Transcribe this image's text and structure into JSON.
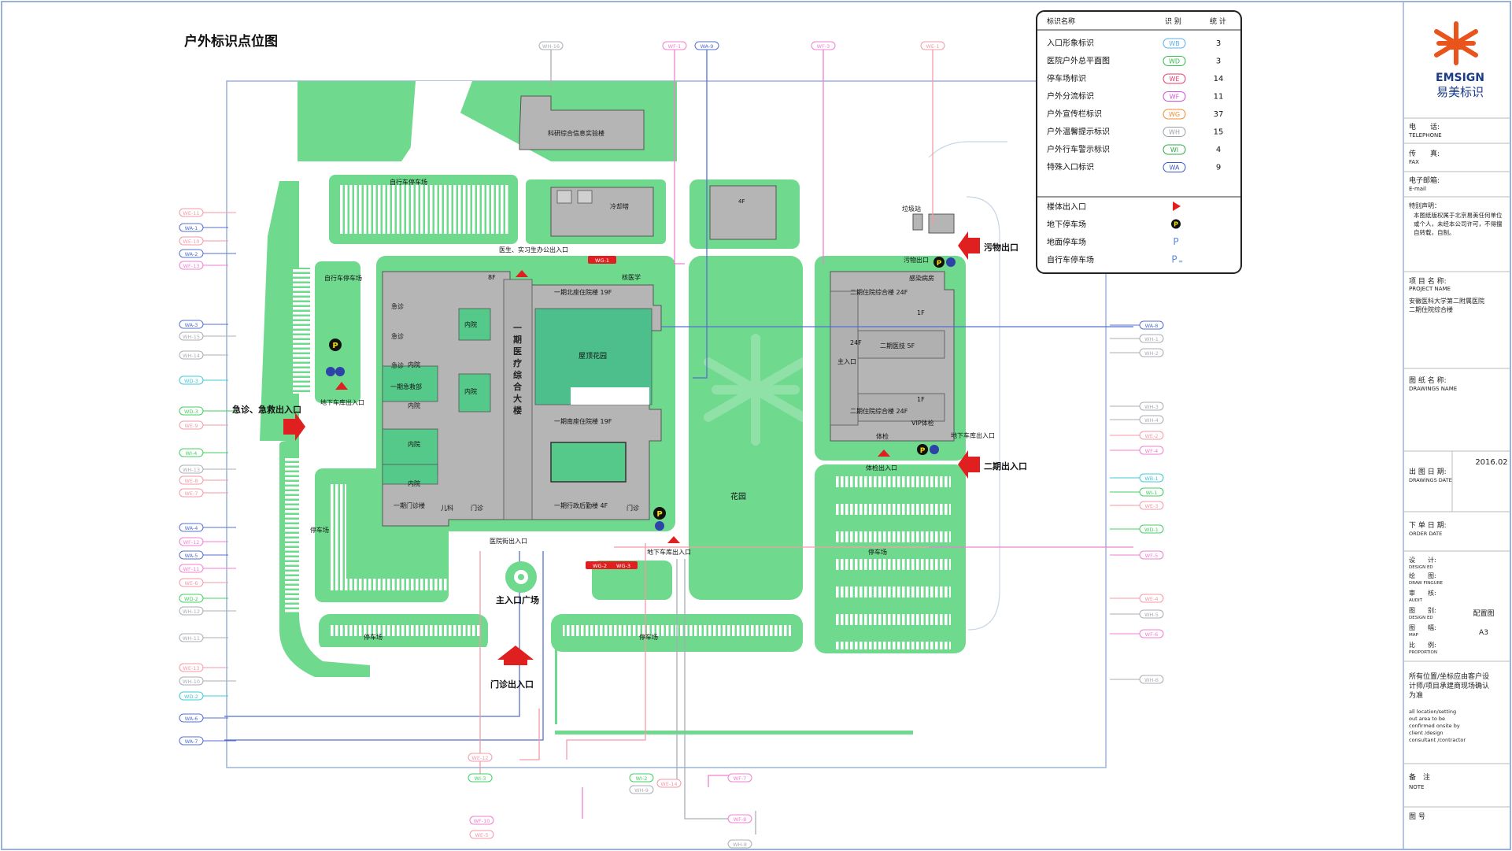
{
  "title": "户外标识点位图",
  "colors": {
    "green": "#6fd98e",
    "dark_green": "#55c98a",
    "building": "#b5b5b5",
    "roof_garden": "#4dbf8c",
    "red": "#e02020",
    "pink": "#f07fd0",
    "salmon": "#f39aa8",
    "blue": "#5570d0",
    "border": "#7090c0"
  },
  "map_labels": {
    "research_building": "科研综合信息实验楼",
    "bike_parking_top": "自行车停车场",
    "bike_parking_left": "自行车停车场",
    "staff_entrance": "医生、实习生办公出入口",
    "sewage_exit": "污物出口",
    "sewage_exit_arrow": "污物出口",
    "garbage_station": "垃圾站",
    "er_entrance": "急诊、急救出入口",
    "underground_entrance_left": "地下车库出入口",
    "underground_entrance_bottom": "地下车库出入口",
    "underground_entrance_right": "地下车库出入口",
    "phase2_entrance": "二期出入口",
    "checkup_entrance": "体检出入口",
    "hospital_street_entrance": "医院街出入口",
    "main_plaza": "主入口广场",
    "outpatient_entrance": "门诊出入口",
    "garden": "花园",
    "roof_garden": "屋顶花园",
    "main_building": "一期医疗综合大楼",
    "parking": "停车场",
    "parking_left": "停车场",
    "phase1_north": "一期北座住院楼 19F",
    "phase1_south": "一期南座住院楼 19F",
    "phase1_admin": "一期行政后勤楼 4F",
    "phase1_outpatient": "一期门诊楼",
    "phase2_inpatient_top": "二期住院综合楼 24F",
    "phase2_inpatient_bottom": "二期住院综合楼 24F",
    "phase2_tech": "二期医技 5F",
    "main_entrance": "主入口",
    "courtyard": "内院",
    "pediatrics": "儿科",
    "outpatient": "门诊",
    "emergency": "急诊",
    "clinic": "门诊",
    "infection": "感染病房",
    "vip": "VIP体检",
    "checkup": "体检",
    "mri": "核医学",
    "mri_clinic": "一期急救部",
    "pharmacy": "冷却塔",
    "floor_24f": "24F",
    "floor_1f": "1F",
    "floor_8f": "8F",
    "floor_4f": "4F",
    "roof_parking_lbl": "停车场"
  },
  "legend": {
    "headers": [
      "标识名称",
      "识 别",
      "统 计"
    ],
    "rows": [
      {
        "name": "入口形象标识",
        "code": "WB",
        "count": "3",
        "color": "#5ab0e8"
      },
      {
        "name": "医院户外总平面图",
        "code": "WD",
        "count": "3",
        "color": "#2fbf4a"
      },
      {
        "name": "停车场标识",
        "code": "WE",
        "count": "14",
        "color": "#e63b6a"
      },
      {
        "name": "户外分流标识",
        "code": "WF",
        "count": "11",
        "color": "#d250d8"
      },
      {
        "name": "户外宣传栏标识",
        "code": "WG",
        "count": "37",
        "color": "#f08a30"
      },
      {
        "name": "户外温馨提示标识",
        "code": "WH",
        "count": "15",
        "color": "#9aa0a8"
      },
      {
        "name": "户外行车警示标识",
        "code": "WI",
        "count": "4",
        "color": "#2fa84a"
      },
      {
        "name": "特殊入口标识",
        "code": "WA",
        "count": "9",
        "color": "#3a58c8"
      }
    ],
    "symbols": [
      {
        "name": "楼体出入口",
        "icon": "red-triangle"
      },
      {
        "name": "地下停车场",
        "icon": "parking-circle"
      },
      {
        "name": "地面停车场",
        "icon": "parking-p"
      },
      {
        "name": "自行车停车场",
        "icon": "bike-parking"
      }
    ]
  },
  "tags_left": [
    {
      "code": "WE-11",
      "color": "#f39aa8"
    },
    {
      "code": "WA-1",
      "color": "#5570d0"
    },
    {
      "code": "WE-10",
      "color": "#f39aa8"
    },
    {
      "code": "WA-2",
      "color": "#5570d0"
    },
    {
      "code": "WF-13",
      "color": "#f07fd0"
    },
    {
      "code": "WA-3",
      "color": "#5570d0"
    },
    {
      "code": "WH-15",
      "color": "#a9aeb5"
    },
    {
      "code": "WH-14",
      "color": "#a9aeb5"
    },
    {
      "code": "WD-3",
      "color": "#40c8d8"
    },
    {
      "code": "WD-3",
      "color": "#40d060"
    },
    {
      "code": "WE-9",
      "color": "#f39aa8"
    },
    {
      "code": "WI-4",
      "color": "#40d060"
    },
    {
      "code": "WH-13",
      "color": "#a9aeb5"
    },
    {
      "code": "WE-8",
      "color": "#f39aa8"
    },
    {
      "code": "WE-7",
      "color": "#f39aa8"
    },
    {
      "code": "WA-4",
      "color": "#5570d0"
    },
    {
      "code": "WF-12",
      "color": "#f07fd0"
    },
    {
      "code": "WA-5",
      "color": "#5570d0"
    },
    {
      "code": "WF-11",
      "color": "#f07fd0"
    },
    {
      "code": "WE-6",
      "color": "#f39aa8"
    },
    {
      "code": "WD-2",
      "color": "#40d060"
    },
    {
      "code": "WH-12",
      "color": "#a9aeb5"
    },
    {
      "code": "WH-11",
      "color": "#a9aeb5"
    },
    {
      "code": "WE-13",
      "color": "#f39aa8"
    },
    {
      "code": "WH-10",
      "color": "#a9aeb5"
    },
    {
      "code": "WD-2",
      "color": "#40c8d8"
    },
    {
      "code": "WA-6",
      "color": "#5570d0"
    },
    {
      "code": "WA-7",
      "color": "#5570d0"
    }
  ],
  "tags_right": [
    {
      "code": "WA-8",
      "color": "#5570d0"
    },
    {
      "code": "WH-1",
      "color": "#a9aeb5"
    },
    {
      "code": "WH-2",
      "color": "#a9aeb5"
    },
    {
      "code": "WH-3",
      "color": "#a9aeb5"
    },
    {
      "code": "WH-4",
      "color": "#a9aeb5"
    },
    {
      "code": "WE-2",
      "color": "#f39aa8"
    },
    {
      "code": "WF-4",
      "color": "#f07fd0"
    },
    {
      "code": "WB-1",
      "color": "#40c8d8"
    },
    {
      "code": "WI-1",
      "color": "#40d060"
    },
    {
      "code": "WE-3",
      "color": "#f39aa8"
    },
    {
      "code": "WD-1",
      "color": "#40d060"
    },
    {
      "code": "WF-5",
      "color": "#f07fd0"
    },
    {
      "code": "WE-4",
      "color": "#f39aa8"
    },
    {
      "code": "WH-5",
      "color": "#a9aeb5"
    },
    {
      "code": "WF-6",
      "color": "#f07fd0"
    },
    {
      "code": "WH-6",
      "color": "#a9aeb5"
    }
  ],
  "tags_top": [
    {
      "code": "WH-16",
      "color": "#a9aeb5"
    },
    {
      "code": "WF-1",
      "color": "#f07fd0"
    },
    {
      "code": "WA-9",
      "color": "#5570d0"
    },
    {
      "code": "WF-3",
      "color": "#f07fd0"
    },
    {
      "code": "WE-1",
      "color": "#f39aa8"
    }
  ],
  "tags_bottom": [
    {
      "code": "WE-12",
      "color": "#f39aa8"
    },
    {
      "code": "WI-3",
      "color": "#40d060"
    },
    {
      "code": "WI-2",
      "color": "#40d060"
    },
    {
      "code": "WH-9",
      "color": "#a9aeb5"
    },
    {
      "code": "WE-14",
      "color": "#f39aa8"
    },
    {
      "code": "WF-7",
      "color": "#f07fd0"
    },
    {
      "code": "WF-10",
      "color": "#f07fd0"
    },
    {
      "code": "WE-5",
      "color": "#f39aa8"
    },
    {
      "code": "WF-8",
      "color": "#f07fd0"
    },
    {
      "code": "WH-8",
      "color": "#a9aeb5"
    }
  ],
  "tags_misc": [
    {
      "code": "WG-1",
      "color": "#f08a30"
    },
    {
      "code": "WG-2",
      "color": "#f08a30"
    },
    {
      "code": "WG-3",
      "color": "#f08a30"
    }
  ],
  "sidebar": {
    "brand_en": "EMSIGN",
    "brand_cn": "易美标识",
    "tel_cn": "电　　话:",
    "tel_en": "TELEPHONE",
    "fax_cn": "传　　真:",
    "fax_en": "FAX",
    "email_cn": "电子邮箱:",
    "email_en": "E-mail",
    "notice_title": "特别声明：",
    "notice_body": "本图纸版权属于北京易美任何单位或个人，未经本公司许可，不得擅自转载，自制。",
    "project_cn": "项 目 名 称:",
    "project_en": "PROJECT NAME",
    "project_value": "安徽医科大学第二附属医院二期住院综合楼",
    "drawing_cn": "图 纸 名 称:",
    "drawing_en": "DRAWINGS NAME",
    "date_cn": "出 图 日 期:",
    "date_en": "DRAWINGS DATE",
    "date_value": "2016.02",
    "order_cn": "下 单 日 期:",
    "order_en": "ORDER DATE",
    "design_cn": "设　　计:",
    "design_en": "DESIGN ED",
    "draw_cn": "绘　　图:",
    "draw_en": "DRAW FINGURE",
    "audit_cn": "审　　核:",
    "audit_en": "AUDIT",
    "type_cn": "图　　别:",
    "type_en": "DESIGN ED",
    "type_value": "配置图",
    "size_cn": "图　　幅:",
    "size_en": "MAP",
    "size_value": "A3",
    "scale_cn": "比　　例:",
    "scale_en": "PROPORTION",
    "confirm_cn": "所有位置/坐标应由客户设计师/项目承建商现场确认为准",
    "confirm_en": "all location/setting out area to be confirmed onsite by client /design consultant /contractor",
    "note_cn": "备　注",
    "note_en": "NOTE",
    "number_cn": "图 号"
  }
}
